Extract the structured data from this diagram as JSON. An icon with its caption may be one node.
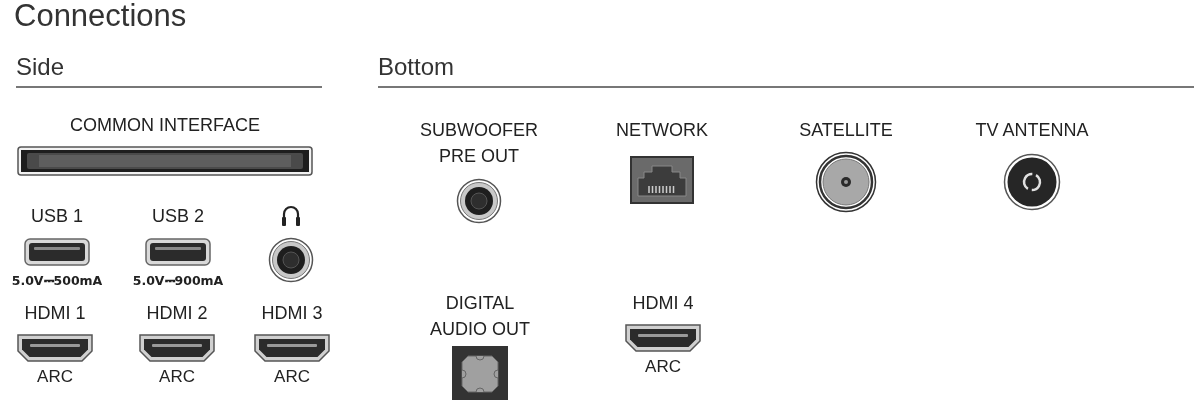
{
  "diagram": {
    "title": "Connections",
    "nodes": [
      {
        "text": [
          "COMMON INTERFACE"
        ]
      },
      {
        "text": [
          "USB 1"
        ],
        "beside": [
          "5.0V⎓500mA"
        ]
      },
      {
        "text": [
          "USB 2"
        ],
        "beside": [
          "5.0V⎓900mA"
        ]
      },
      {
        "text": [],
        "shape": "circle"
      },
      {
        "text": [
          "HDMI 1"
        ],
        "beside": [
          "ARC"
        ]
      },
      {
        "text": [
          "HDMI 2"
        ],
        "beside": [
          "ARC"
        ]
      },
      {
        "text": [
          "HDMI 3"
        ],
        "beside": [
          "ARC"
        ]
      },
      {
        "text": [
          "SUBWOOFER PRE OUT"
        ]
      },
      {
        "text": [
          "NETWORK"
        ]
      },
      {
        "text": [
          "SATELLITE"
        ]
      },
      {
        "text": [
          "TV ANTENNA"
        ]
      },
      {
        "text": [
          "DIGITAL AUDIO OUT"
        ]
      },
      {
        "text": [
          "HDMI 4"
        ],
        "beside": [
          "ARC"
        ]
      }
    ],
    "labels": [
      "Side",
      "Bottom"
    ]
  }
}
